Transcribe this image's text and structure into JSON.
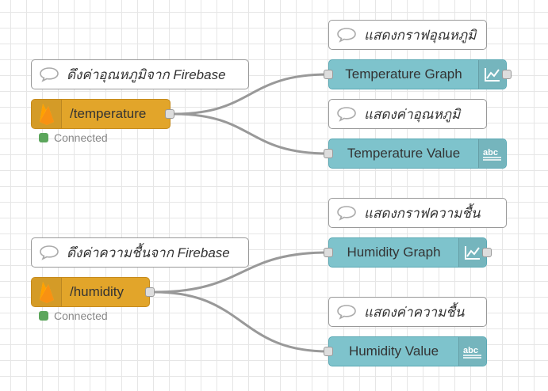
{
  "temperature_flow": {
    "source_comment": "ดึงค่าอุณหภูมิจาก Firebase",
    "source_node": "/temperature",
    "status": "Connected",
    "graph_comment": "แสดงกราฟอุณหภูมิ",
    "graph_node": "Temperature Graph",
    "value_comment": "แสดงค่าอุณหภูมิ",
    "value_node": "Temperature Value"
  },
  "humidity_flow": {
    "source_comment": "ดึงค่าความชื้นจาก Firebase",
    "source_node": "/humidity",
    "status": "Connected",
    "graph_comment": "แสดงกราฟความชื้น",
    "graph_node": "Humidity Graph",
    "value_comment": "แสดงค่าความชื้น",
    "value_node": "Humidity Value"
  },
  "icons": {
    "comment": "comment-icon",
    "firebase": "firebase-icon",
    "chart": "chart-icon",
    "text": "abc-text-icon"
  },
  "colors": {
    "firebase_node": "#e2a52a",
    "dashboard_node": "#7ec3cc",
    "status_connected": "#5ca65c",
    "wire": "#999999"
  }
}
